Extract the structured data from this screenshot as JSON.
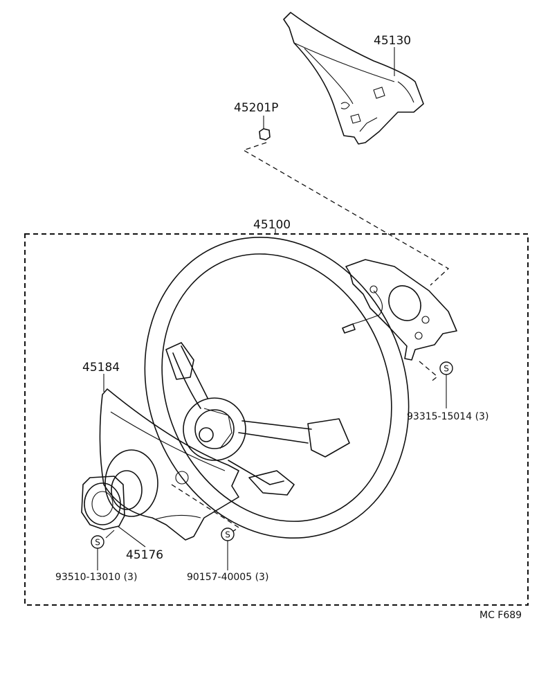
{
  "parts": {
    "horn_pad": "45130",
    "nut": "45201P",
    "wheel_assembly": "45100",
    "cover": "45184",
    "cancel_cam": "45176",
    "screw_right": "93315-15014 (3)",
    "screw_left": "93510-13010 (3)",
    "screw_center": "90157-40005 (3)"
  },
  "symbols": {
    "standard_part": "S"
  },
  "figure_code": "MC F689"
}
